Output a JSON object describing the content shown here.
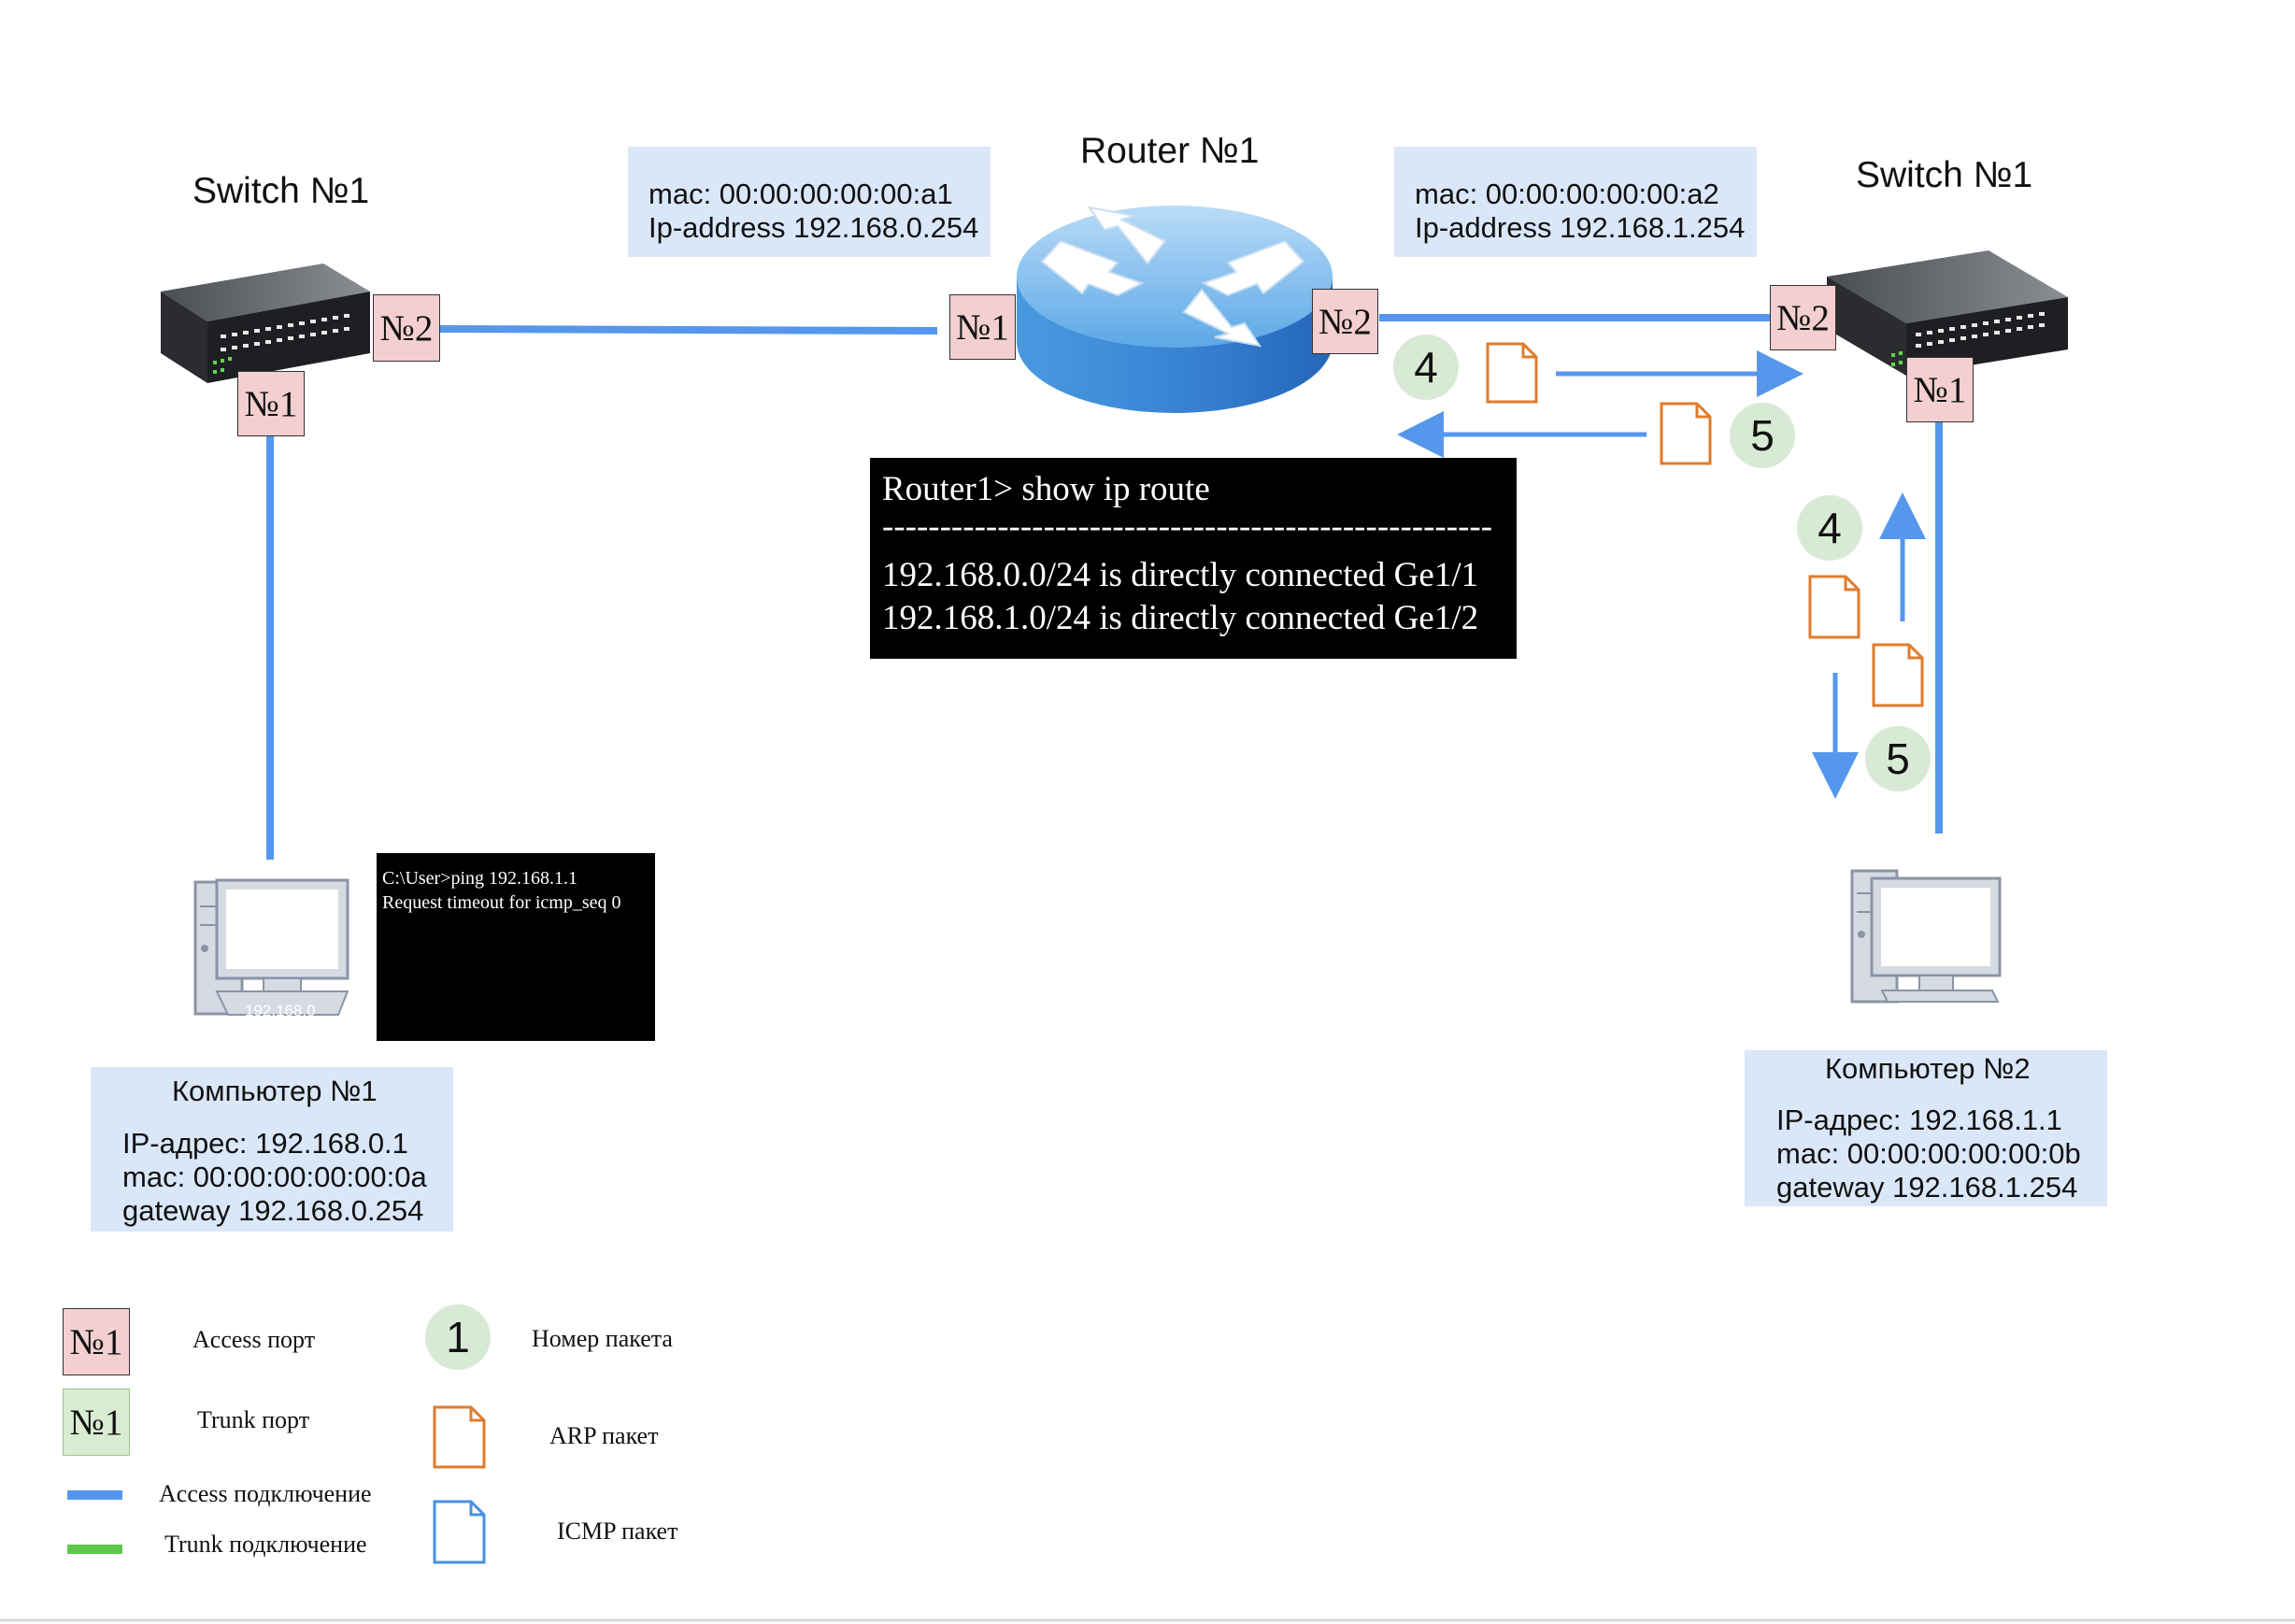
{
  "devices": {
    "switch_left": {
      "title": "Switch №1",
      "port1": "№1",
      "port2": "№2"
    },
    "router": {
      "title": "Router №1",
      "port1": "№1",
      "port2": "№2"
    },
    "switch_right": {
      "title": "Switch №1",
      "port1": "№1",
      "port2": "№2"
    }
  },
  "router_interfaces": {
    "left": {
      "mac": "mac: 00:00:00:00:00:a1",
      "ip": "Ip-address 192.168.0.254"
    },
    "right": {
      "mac": "mac: 00:00:00:00:00:a2",
      "ip": "Ip-address 192.168.1.254"
    }
  },
  "router_console": {
    "prompt": "Router1> show ip route",
    "separator": "-----------------------------------------------------",
    "routes": [
      "192.168.0.0/24 is directly connected Ge1/1",
      "192.168.1.0/24 is directly connected Ge1/2"
    ]
  },
  "pc1_console": {
    "lines": [
      "C:\\User>ping 192.168.1.1",
      "Request timeout for icmp_seq 0"
    ]
  },
  "pc1_screen_label": "192.168.0",
  "computer1": {
    "title": "Компьютер №1",
    "ip": "IP-адрес: 192.168.0.1",
    "mac": "mac: 00:00:00:00:00:0a",
    "gateway": "gateway 192.168.0.254"
  },
  "computer2": {
    "title": "Компьютер №2",
    "ip": "IP-адрес: 192.168.1.1",
    "mac": "mac: 00:00:00:00:00:0b",
    "gateway": "gateway 192.168.1.254"
  },
  "packets": {
    "horizontal_request": "4",
    "horizontal_reply": "5",
    "vertical_request": "4",
    "vertical_reply": "5"
  },
  "legend": {
    "access_port_symbol": "№1",
    "access_port": "Access порт",
    "trunk_port_symbol": "№1",
    "trunk_port": "Trunk порт",
    "packet_number_symbol": "1",
    "packet_number": "Номер пакета",
    "arp_packet": "ARP пакет",
    "icmp_packet": "ICMP пакет",
    "access_link": "Access подключение",
    "trunk_link": "Trunk подключение"
  },
  "colors": {
    "access_link": "#5597ec",
    "trunk_link": "#5fc94d",
    "access_port_fill": "#f3cfcf",
    "trunk_port_fill": "#d8ecd2",
    "info_box_fill": "#dae7f8",
    "arp_packet": "#e07b2e",
    "icmp_packet": "#4a8fe0",
    "packet_badge_fill": "#d8ead5",
    "terminal_fill": "#000000"
  },
  "icons": [
    "switch-icon",
    "router-icon",
    "desktop-computer-icon",
    "document-icon",
    "arrow-icon"
  ]
}
